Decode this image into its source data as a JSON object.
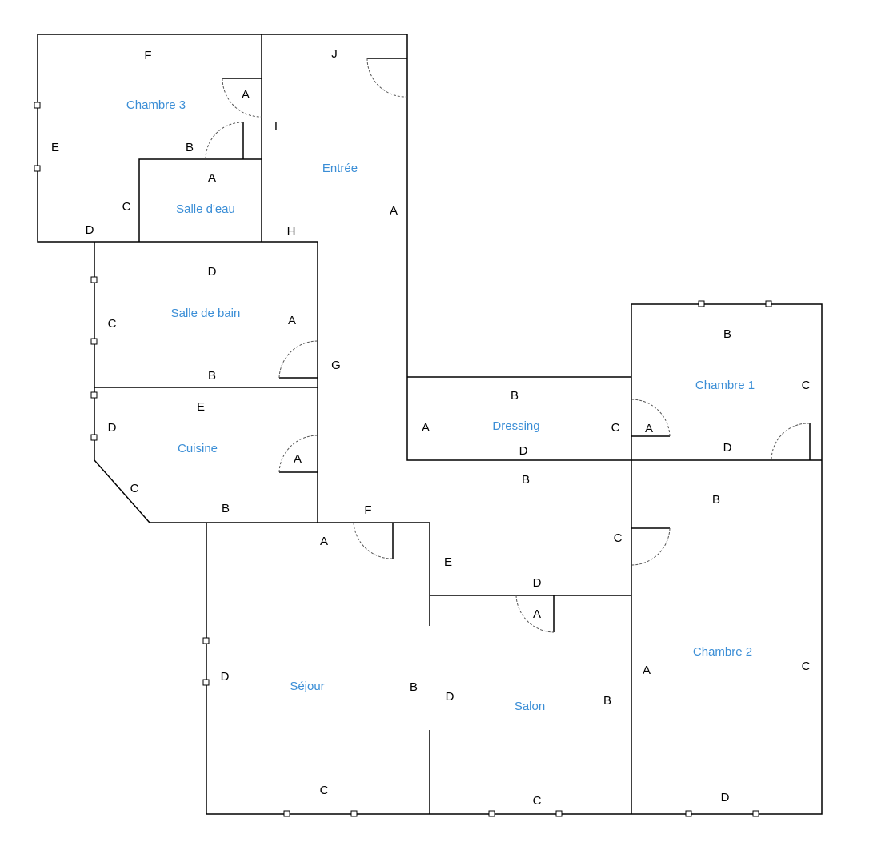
{
  "rooms": {
    "chambre3": "Chambre 3",
    "entree": "Entrée",
    "salle_eau": "Salle d'eau",
    "salle_bain": "Salle de bain",
    "cuisine": "Cuisine",
    "dressing": "Dressing",
    "chambre1": "Chambre 1",
    "chambre2": "Chambre 2",
    "sejour": "Séjour",
    "salon": "Salon"
  },
  "wall_labels": {
    "chambre3": {
      "top": "F",
      "left": "E",
      "bottom": "D",
      "inner": "C",
      "door_small": "A",
      "door_b": "B"
    },
    "entree": {
      "top": "J",
      "left": "I",
      "right": "A",
      "bottom": "H"
    },
    "salle_eau": {
      "top": "A"
    },
    "salle_bain": {
      "top": "D",
      "left": "C",
      "right": "A",
      "bottom": "B",
      "outer": "G"
    },
    "cuisine": {
      "top": "E",
      "left": "D",
      "diag": "C",
      "bottom": "B",
      "door": "A"
    },
    "dressing": {
      "top": "B",
      "left": "A",
      "right": "C",
      "bottom": "D"
    },
    "chambre1": {
      "top": "B",
      "right": "C",
      "bottom": "D",
      "door": "A"
    },
    "hall": {
      "top": "B",
      "right": "C",
      "bottom": "D",
      "left": "E",
      "corner": "F",
      "corner_a": "A"
    },
    "chambre2": {
      "top": "B",
      "left": "A",
      "right": "C",
      "bottom": "D"
    },
    "sejour": {
      "left": "D",
      "right": "B",
      "bottom": "C"
    },
    "salon": {
      "top": "A",
      "left": "D",
      "right": "B",
      "bottom": "C"
    }
  }
}
